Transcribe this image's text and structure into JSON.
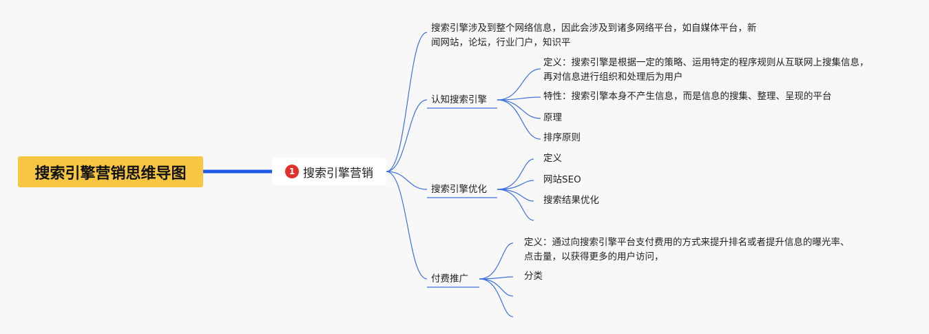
{
  "root": {
    "title": "搜索引擎营销思维导图"
  },
  "main": {
    "badge": "1",
    "label": "搜索引擎营销"
  },
  "branches": {
    "info": {
      "line1": "搜索引擎涉及到整个网络信息，因此会涉及到诸多网络平台，如自媒体平台，新",
      "line2": "闻网站，论坛，行业门户，知识平"
    },
    "cognition": {
      "label": "认知搜索引擎",
      "definition": {
        "line1": "定义：搜索引擎是根据一定的策略、运用特定的程序规则从互联网上搜集信息，",
        "line2": "再对信息进行组织和处理后为用户"
      },
      "feature": "特性：搜索引擎本身不产生信息，而是信息的搜集、整理、呈现的平台",
      "principle": "原理",
      "ranking": "排序原则"
    },
    "optimization": {
      "label": "搜索引擎优化",
      "definition": "定义",
      "site": "网站SEO",
      "results": "搜索结果优化"
    },
    "paid": {
      "label": "付费推广",
      "definition": {
        "line1": "定义：通过向搜索引擎平台支付费用的方式来提升排名或者提升信息的曝光率、",
        "line2": "点击量，以获得更多的用户访问，"
      },
      "category": "分类"
    }
  },
  "colors": {
    "root_bg": "#f7c744",
    "main_link": "#1e5be6",
    "link": "#3d6fe0",
    "badge": "#e0322c"
  }
}
